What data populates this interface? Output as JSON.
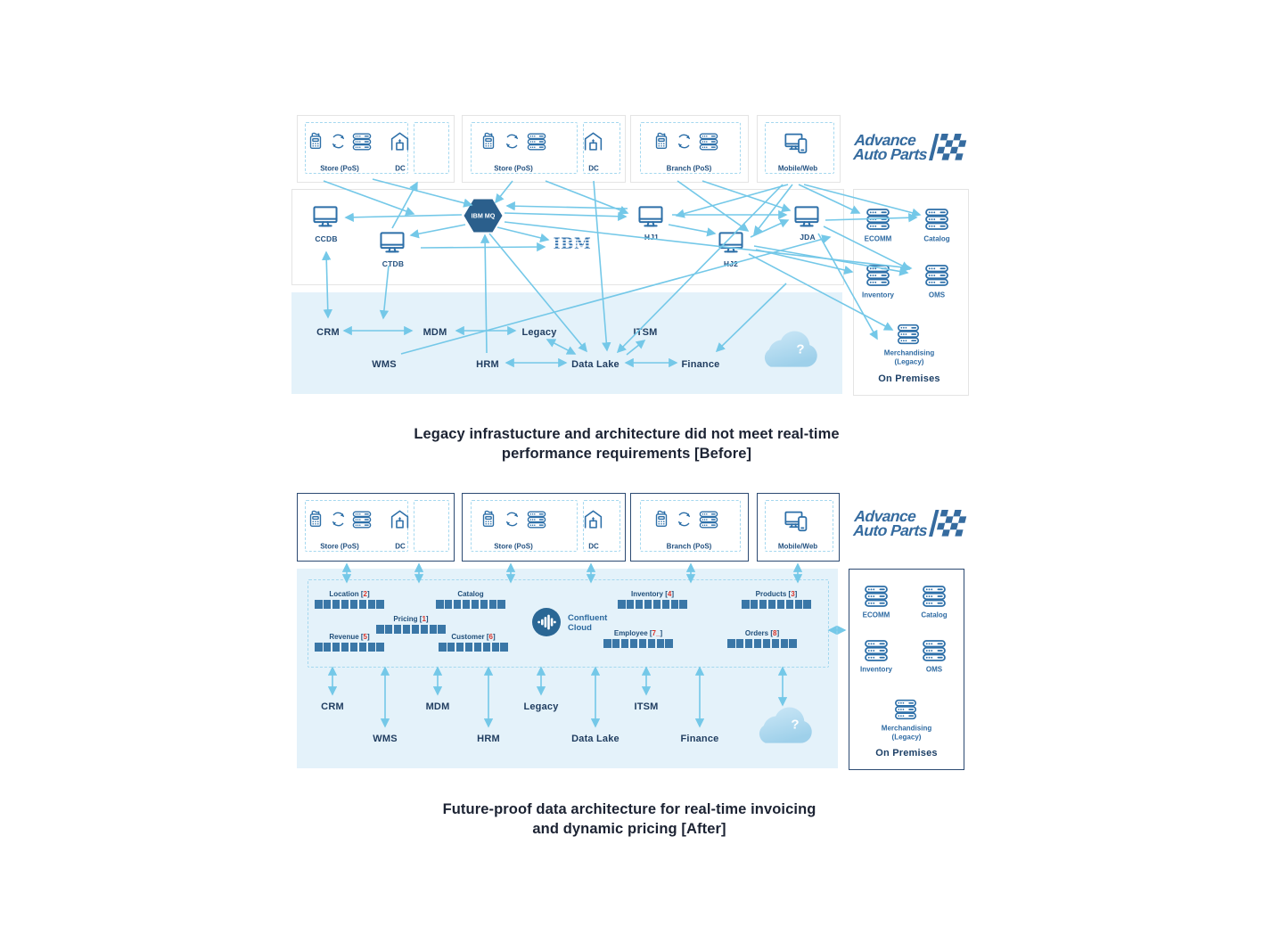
{
  "logo": {
    "line1": "Advance",
    "line2": "Auto Parts"
  },
  "captions": {
    "before_line1": "Legacy infrastucture and architecture did not meet real-time",
    "before_line2": "performance requirements [Before]",
    "after_line1": "Future-proof data architecture for real-time invoicing",
    "after_line2": "and dynamic pricing [After]"
  },
  "sources": {
    "store": "Store (PoS)",
    "dc": "DC",
    "branch": "Branch (PoS)",
    "mobile": "Mobile/Web"
  },
  "before": {
    "nodes": {
      "ccdb": "CCDB",
      "ctdb": "CTDB",
      "mq": "IBM MQ",
      "ibm": "IBM",
      "hj1": "HJ1",
      "hj2": "HJ2",
      "jda": "JDA"
    },
    "systems": {
      "crm": "CRM",
      "mdm": "MDM",
      "legacy": "Legacy",
      "itsm": "ITSM",
      "wms": "WMS",
      "hrm": "HRM",
      "datalake": "Data Lake",
      "finance": "Finance"
    },
    "cloud": "?"
  },
  "after": {
    "confluent": {
      "line1": "Confluent",
      "line2": "Cloud"
    },
    "topics": {
      "location": {
        "name": "Location [",
        "num": "2",
        "tail": "]"
      },
      "catalog": {
        "name": "Catalog",
        "num": "",
        "tail": ""
      },
      "inventory": {
        "name": "Inventory [",
        "num": "4",
        "tail": "]"
      },
      "products": {
        "name": "Products [",
        "num": "3",
        "tail": "]"
      },
      "pricing": {
        "name": "Pricing [",
        "num": "1",
        "tail": "]"
      },
      "revenue": {
        "name": "Revenue [",
        "num": "5",
        "tail": "]"
      },
      "customer": {
        "name": "Customer [",
        "num": "6",
        "tail": "]"
      },
      "employee": {
        "name": "Employee [",
        "num": "7_",
        "tail": "]"
      },
      "orders": {
        "name": "Orders [",
        "num": "8",
        "tail": "]"
      }
    },
    "systems": {
      "crm": "CRM",
      "mdm": "MDM",
      "legacy": "Legacy",
      "itsm": "ITSM",
      "wms": "WMS",
      "hrm": "HRM",
      "datalake": "Data Lake",
      "finance": "Finance"
    },
    "cloud": "?"
  },
  "onprem": {
    "ecomm": "ECOMM",
    "catalog": "Catalog",
    "inventory": "Inventory",
    "oms": "OMS",
    "merch_line1": "Merchandising",
    "merch_line2": "(Legacy)",
    "title": "On Premises"
  },
  "colors": {
    "accent_blue": "#2d6fa8",
    "arrow_blue": "#74c8e8",
    "navy": "#1f3c5f",
    "red": "#d9342b",
    "band_blue": "#e4f2fa"
  }
}
